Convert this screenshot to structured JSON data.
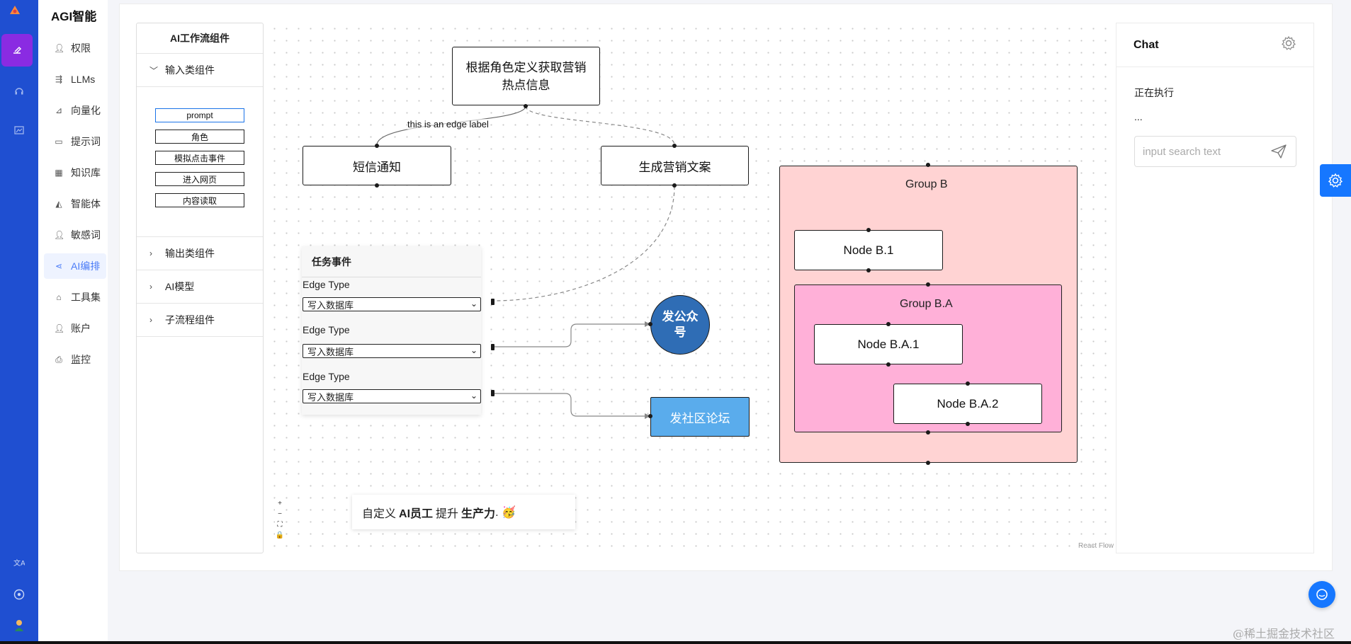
{
  "app": {
    "brand": "AGI智能"
  },
  "rail": {
    "icons": [
      "logo-icon",
      "workflow-icon",
      "headset-icon",
      "image-icon",
      "translate-icon",
      "github-icon",
      "user-avatar-icon"
    ]
  },
  "menu": {
    "items": [
      {
        "label": "权限",
        "icon": "user-icon"
      },
      {
        "label": "LLMs",
        "icon": "branch-icon"
      },
      {
        "label": "向量化",
        "icon": "chart-icon"
      },
      {
        "label": "提示词",
        "icon": "id-card-icon"
      },
      {
        "label": "知识库",
        "icon": "calendar-icon"
      },
      {
        "label": "智能体",
        "icon": "area-chart-icon"
      },
      {
        "label": "敏感词",
        "icon": "user-icon"
      },
      {
        "label": "AI编排",
        "icon": "share-icon"
      },
      {
        "label": "工具集",
        "icon": "tool-icon"
      },
      {
        "label": "账户",
        "icon": "user-icon"
      },
      {
        "label": "监控",
        "icon": "printer-icon"
      }
    ],
    "active": "AI编排"
  },
  "panel": {
    "title": "AI工作流组件",
    "sections": [
      {
        "label": "输入类组件",
        "expanded": true,
        "components": [
          "prompt",
          "角色",
          "模拟点击事件",
          "进入网页",
          "内容读取"
        ]
      },
      {
        "label": "输出类组件",
        "expanded": false
      },
      {
        "label": "AI模型",
        "expanded": false
      },
      {
        "label": "子流程组件",
        "expanded": false
      }
    ]
  },
  "flow": {
    "nodes": {
      "hot_info": "根据角色定义获取营销热点信息",
      "sms": "短信通知",
      "copy": "生成营销文案",
      "wechat": "发公众号",
      "forum": "发社区论坛",
      "node_b1": "Node B.1",
      "node_ba1": "Node B.A.1",
      "node_ba2": "Node B.A.2"
    },
    "groups": {
      "group_b": "Group B",
      "group_ba": "Group B.A"
    },
    "edge_label": "this is an edge label",
    "task": {
      "title": "任务事件",
      "fields": [
        {
          "label": "Edge Type",
          "value": "写入数据库"
        },
        {
          "label": "Edge Type",
          "value": "写入数据库"
        },
        {
          "label": "Edge Type",
          "value": "写入数据库"
        }
      ]
    },
    "controls": [
      "+",
      "−",
      "⛶",
      "🔒"
    ],
    "toast": {
      "prefix": "自定义",
      "bold1": "AI员工",
      "mid": "提升",
      "bold2": "生产力",
      "suffix": ". 🥳"
    },
    "attribution": "React Flow"
  },
  "chat": {
    "title": "Chat",
    "status": "正在执行",
    "dots": "...",
    "placeholder": "input search text"
  },
  "colors": {
    "rail": "#1f4fd1",
    "accent": "#8a2be2",
    "primary": "#1677ff",
    "group_b": "#ffd3d3",
    "group_ba": "#ffb0d8",
    "circle": "#2f6db5",
    "forum": "#5aacec"
  },
  "watermark": "@稀土掘金技术社区"
}
